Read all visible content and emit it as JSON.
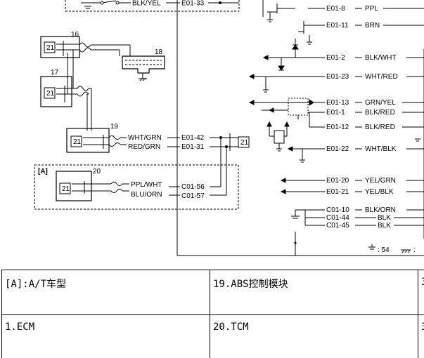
{
  "diagram": {
    "left_wires": [
      {
        "id": "top-blk-yel",
        "color": "BLK/YEL",
        "terminal": "E01-33"
      },
      {
        "id": "abs-wht-grn",
        "color": "WHT/GRN",
        "terminal": "E01-42"
      },
      {
        "id": "abs-red-grn",
        "color": "RED/GRN",
        "terminal": "E01-31"
      },
      {
        "id": "tcm-ppl-wht",
        "color": "PPL/WHT",
        "terminal": "C01-56"
      },
      {
        "id": "tcm-blu-orn",
        "color": "BLU/ORN",
        "terminal": "C01-57"
      }
    ],
    "right_wires": [
      {
        "id": "e01-8",
        "terminal": "E01-8",
        "color": "PPL"
      },
      {
        "id": "e01-11",
        "terminal": "E01-11",
        "color": "BRN"
      },
      {
        "id": "e01-2",
        "terminal": "E01-2",
        "color": "BLK/WHT"
      },
      {
        "id": "e01-23",
        "terminal": "E01-23",
        "color": "WHT/RED"
      },
      {
        "id": "e01-13",
        "terminal": "E01-13",
        "color": "GRN/YEL"
      },
      {
        "id": "e01-1",
        "terminal": "E01-1",
        "color": "BLK/RED"
      },
      {
        "id": "e01-12",
        "terminal": "E01-12",
        "color": "BLK/RED"
      },
      {
        "id": "e01-22",
        "terminal": "E01-22",
        "color": "WHT/BLK"
      },
      {
        "id": "e01-20",
        "terminal": "E01-20",
        "color": "YEL/GRN"
      },
      {
        "id": "e01-21",
        "terminal": "E01-21",
        "color": "YEL/BLK"
      },
      {
        "id": "c01-10",
        "terminal": "C01-10",
        "color": "BLK/ORN"
      },
      {
        "id": "c01-44",
        "terminal": "C01-44",
        "color": "BLK"
      },
      {
        "id": "c01-45",
        "terminal": "C01-45",
        "color": "BLK"
      }
    ],
    "components": {
      "c16": "16",
      "c17": "17",
      "c18": "18",
      "c19": "19",
      "c20": "20",
      "can_box": "21"
    },
    "variant_label": "[A]",
    "footnote_ground": ": 54",
    "footnote_ground2": ":"
  },
  "legend": {
    "rows": [
      [
        "[A]:A/T车型",
        "19.ABS控制模块",
        "3"
      ],
      [
        "1.ECM",
        "20.TCM",
        "3"
      ]
    ]
  }
}
